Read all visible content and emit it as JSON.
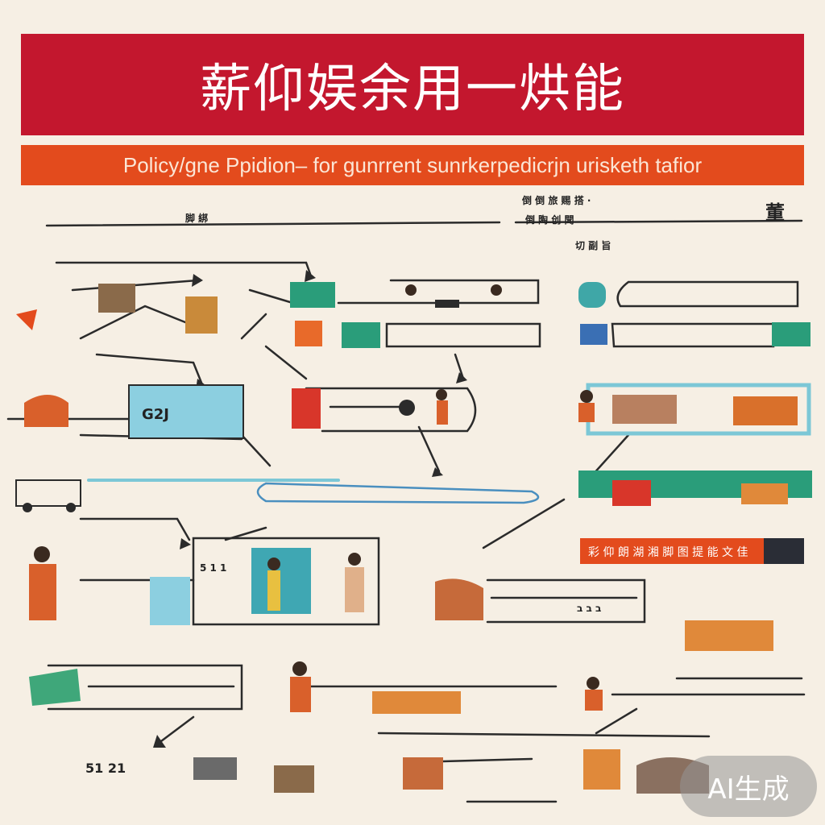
{
  "header": {
    "title": "薪仰娱余用一烘能",
    "subtitle": "Policy/gne Ppidion– for gunrrent sunrkerpedicrjn urisketh tafior"
  },
  "labels": {
    "top_left": "脚 綁",
    "top_mid_a": "倒 倒 旅 赐 搭 ·",
    "top_mid_b": "倒 陶 创 聞",
    "top_mid_c": "切 副 旨",
    "top_right": "董",
    "box_code": "G2J",
    "diag_code_a": "5 1 1",
    "diag_code_b": "51 21",
    "bottom_code": "ב ב ב",
    "note": "彩 仰 朗 湖 湘 脚 图 提 能 文 佳",
    "watermark": "AI生成"
  },
  "colors": {
    "title_red": "#c3172e",
    "subtitle_orange": "#e34b1d",
    "teal": "#2a9d7a",
    "light_blue": "#7cc7d6",
    "dark": "#2a2d36",
    "background": "#f6efe4"
  }
}
